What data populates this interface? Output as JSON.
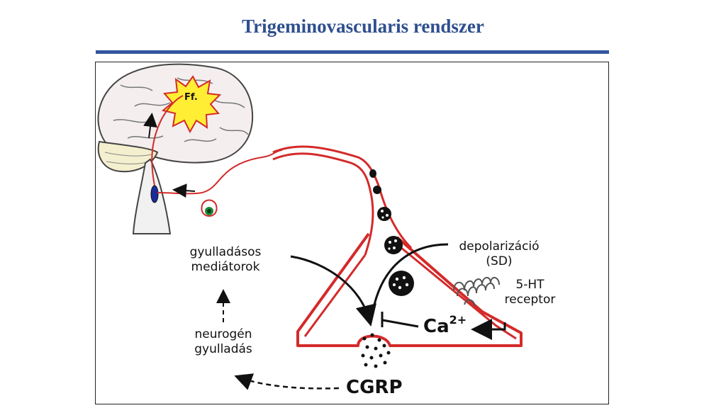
{
  "slide": {
    "title": "Trigeminovascularis rendszer"
  },
  "labels": {
    "ff": "Ff.",
    "inflammatory_mediators_l1": "gyulladásos",
    "inflammatory_mediators_l2": "mediátorok",
    "neurogenic_inflammation_l1": "neurogén",
    "neurogenic_inflammation_l2": "gyulladás",
    "depolarization_l1": "depolarizáció",
    "depolarization_l2": "(SD)",
    "receptor_l1": "5-HT",
    "receptor_l2": "receptor",
    "calcium": "Ca",
    "calcium_charge": "2+",
    "cgrp": "CGRP"
  },
  "colors": {
    "title": "#2f4f8f",
    "rule": "#3355a0",
    "nerve": "#d42a2a",
    "star_fill": "#ffee33",
    "brain_fill": "#f4eeee",
    "cerebellum_fill": "#f3efcf"
  }
}
